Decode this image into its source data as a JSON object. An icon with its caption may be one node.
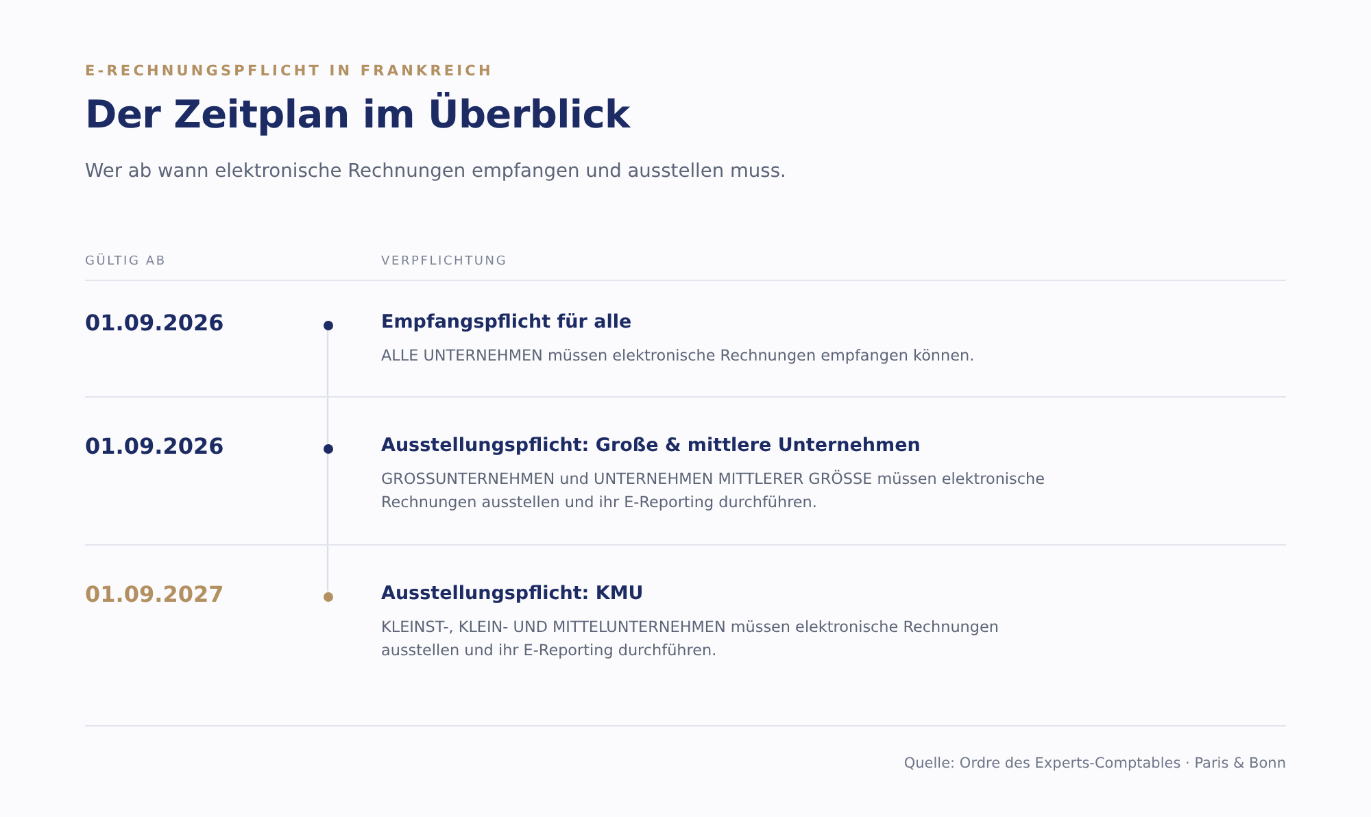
{
  "diagram": {
    "title": "Der Zeitplan im Überblick",
    "caption": "Quelle: Ordre des Experts-Comptables · Paris & Bonn",
    "nodes": [
      {
        "text": [],
        "shape": "circle",
        "beside": [
          "Empfangspflicht für alle",
          "ALLE UNTERNEHMEN müssen elektronische Rechnungen empfangen können."
        ]
      },
      {
        "text": [],
        "shape": "circle",
        "beside": [
          "Ausstellungspflicht: Große & mittlere Unternehmen",
          "GROSSUNTERNEHMEN und UNTERNEHMEN MITTLERER GRÖSSE müssen elektronische Rechnungen ausstellen und ihr E-Reporting durchführen."
        ]
      },
      {
        "text": [],
        "shape": "circle",
        "beside": [
          "Ausstellungspflicht: KMU",
          "KLEINST-, KLEIN- UND MITTELUNTERNEHMEN müssen elektronische Rechnungen ausstellen und ihr E-Reporting durchführen."
        ]
      }
    ],
    "edges": [
      {
        "from": 0,
        "to": 1,
        "arrow": "none"
      },
      {
        "from": 1,
        "to": 2,
        "arrow": "none"
      }
    ],
    "labels": [
      "E-RECHNUNGSPFLICHT IN FRANKREICH",
      "Wer ab wann elektronische Rechnungen empfangen und ausstellen muss.",
      "GÜLTIG AB",
      "VERPFLICHTUNG",
      "01.09.2026",
      "01.09.2026",
      "01.09.2027"
    ]
  }
}
